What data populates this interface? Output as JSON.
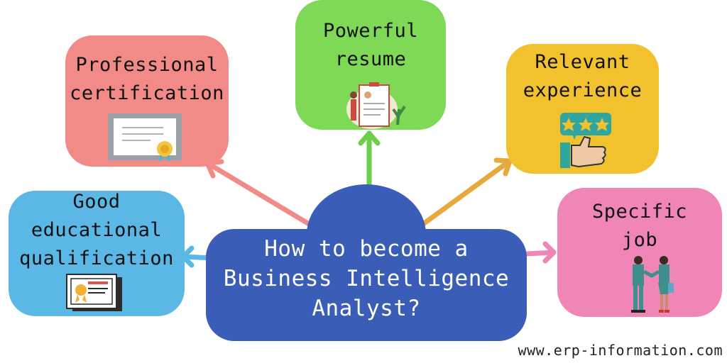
{
  "center": {
    "text": "How to become a\nBusiness Intelligence\nAnalyst?",
    "color": "#3a5db8"
  },
  "nodes": {
    "certification": {
      "text": "Professional\ncertification",
      "color": "#f28b88",
      "arrow_color": "#f28b88"
    },
    "resume": {
      "text": "Powerful\nresume",
      "color": "#7ed957",
      "arrow_color": "#6ccf48"
    },
    "experience": {
      "text": "Relevant\nexperience",
      "color": "#f2c12e",
      "arrow_color": "#e8a93a"
    },
    "education": {
      "text": "Good\neducational\nqualification",
      "color": "#5bb8e6",
      "arrow_color": "#5bb8e6"
    },
    "job": {
      "text": "Specific\njob",
      "color": "#ef86b7",
      "arrow_color": "#ef86b7"
    }
  },
  "icons": {
    "certification": "certificate-icon",
    "resume": "resume-icon",
    "experience": "rating-thumbs-up-icon",
    "education": "diploma-icon",
    "job": "handshake-icon"
  },
  "watermark": "www.erp-information.com"
}
